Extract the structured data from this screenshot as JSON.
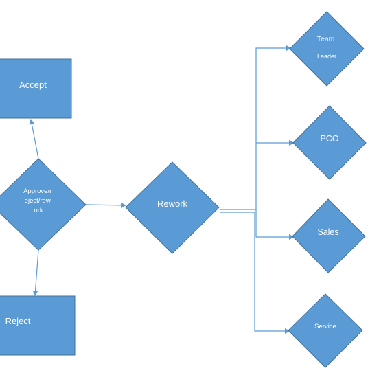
{
  "colors": {
    "shape_fill": "#5b9bd5",
    "shape_stroke": "#41719c",
    "connector": "#5b9bd5",
    "label": "#ffffff"
  },
  "nodes": {
    "accept": {
      "label": "Accept"
    },
    "decision": {
      "lines": [
        "Approve/r",
        "eject/rew",
        "ork"
      ]
    },
    "reject": {
      "label": "Reject"
    },
    "rework": {
      "label": "Rework"
    },
    "team_leader": {
      "lines": [
        "Team",
        "Leader"
      ]
    },
    "pco": {
      "label": "PCO"
    },
    "sales": {
      "label": "Sales"
    },
    "service": {
      "label": "Service"
    }
  }
}
